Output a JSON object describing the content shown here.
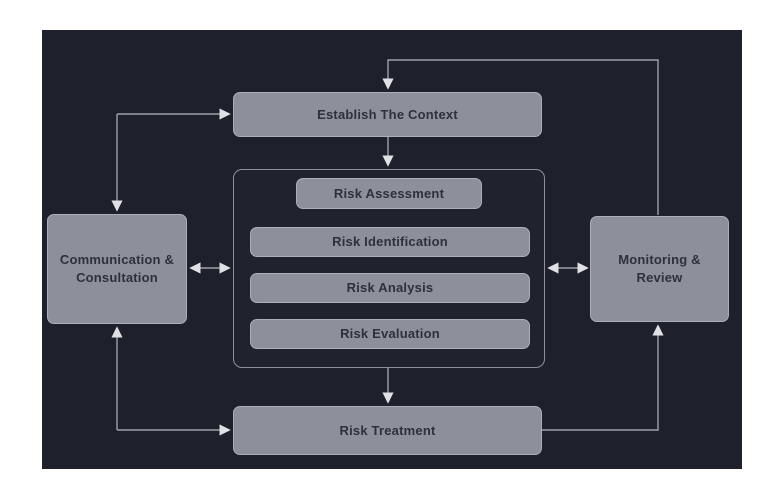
{
  "canvas": {
    "background": "#1e212b",
    "page_background": "#ffffff"
  },
  "colors": {
    "node_fill": "#8d8f9a",
    "node_border": "#acaeb8",
    "node_text": "#2e313c",
    "group_border": "#8d8f9a",
    "connector_line": "#9da0a9",
    "connector_arrowhead": "#e0e1e5"
  },
  "nodes": {
    "establish_context": "Establish The Context",
    "risk_assessment": "Risk Assessment",
    "risk_identification": "Risk Identification",
    "risk_analysis": "Risk Analysis",
    "risk_evaluation": "Risk Evaluation",
    "communication_consultation": "Communication &\nConsultation",
    "monitoring_review": "Monitoring &\nReview",
    "risk_treatment": "Risk Treatment"
  },
  "edges": [
    {
      "from": "communication_consultation",
      "to": "establish_context",
      "style": "elbow",
      "arrows": "both"
    },
    {
      "from": "communication_consultation",
      "to": "risk_treatment",
      "style": "elbow",
      "arrows": "both"
    },
    {
      "from": "monitoring_review",
      "to": "establish_context",
      "style": "elbow",
      "arrows": "end"
    },
    {
      "from": "establish_context",
      "to": "risk_assessment_group",
      "style": "straight",
      "arrows": "end"
    },
    {
      "from": "risk_assessment_group",
      "to": "risk_treatment",
      "style": "straight",
      "arrows": "end"
    },
    {
      "from": "risk_treatment",
      "to": "monitoring_review",
      "style": "elbow",
      "arrows": "end"
    },
    {
      "from": "communication_consultation",
      "to": "risk_assessment_group",
      "style": "straight",
      "arrows": "both"
    },
    {
      "from": "risk_assessment_group",
      "to": "monitoring_review",
      "style": "straight",
      "arrows": "both"
    }
  ]
}
